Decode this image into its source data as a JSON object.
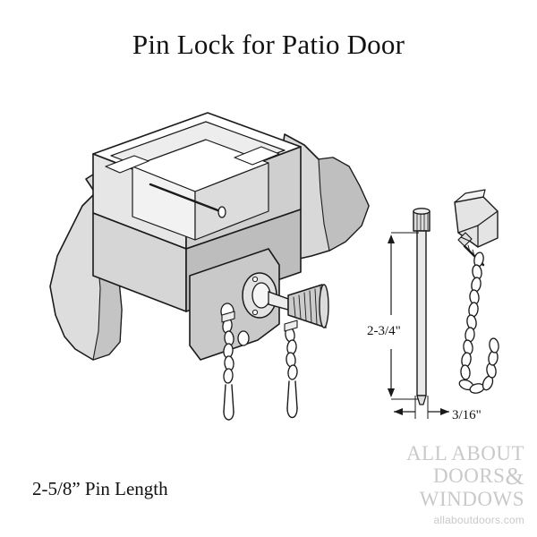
{
  "title": "Pin Lock for Patio Door",
  "labels": {
    "pin_length": "2-5/8” Pin Length",
    "dimension_vertical": "2-3/4\"",
    "dimension_horizontal": "3/16\""
  },
  "watermark": {
    "line1": "ALL ABOUT",
    "line2": "DOORS",
    "ampersand": "&",
    "line3": "WINDOWS",
    "url": "allaboutdoors.com"
  },
  "colors": {
    "line": "#1a1a1a",
    "shade_light": "#e8e8e8",
    "shade_mid": "#cfcfcf",
    "shade_dark": "#b5b5b5",
    "watermark": "#c9c9c9",
    "background": "#ffffff"
  },
  "diagram": {
    "type": "technical-line-drawing",
    "subject": "Patio door pin lock installed on door frame with chain-tethered pin",
    "parts": [
      "door-frame-assembly",
      "pin-lock-body",
      "knurled-pin-knob",
      "retaining-chain",
      "mounting-bracket",
      "mounting-screw"
    ]
  }
}
